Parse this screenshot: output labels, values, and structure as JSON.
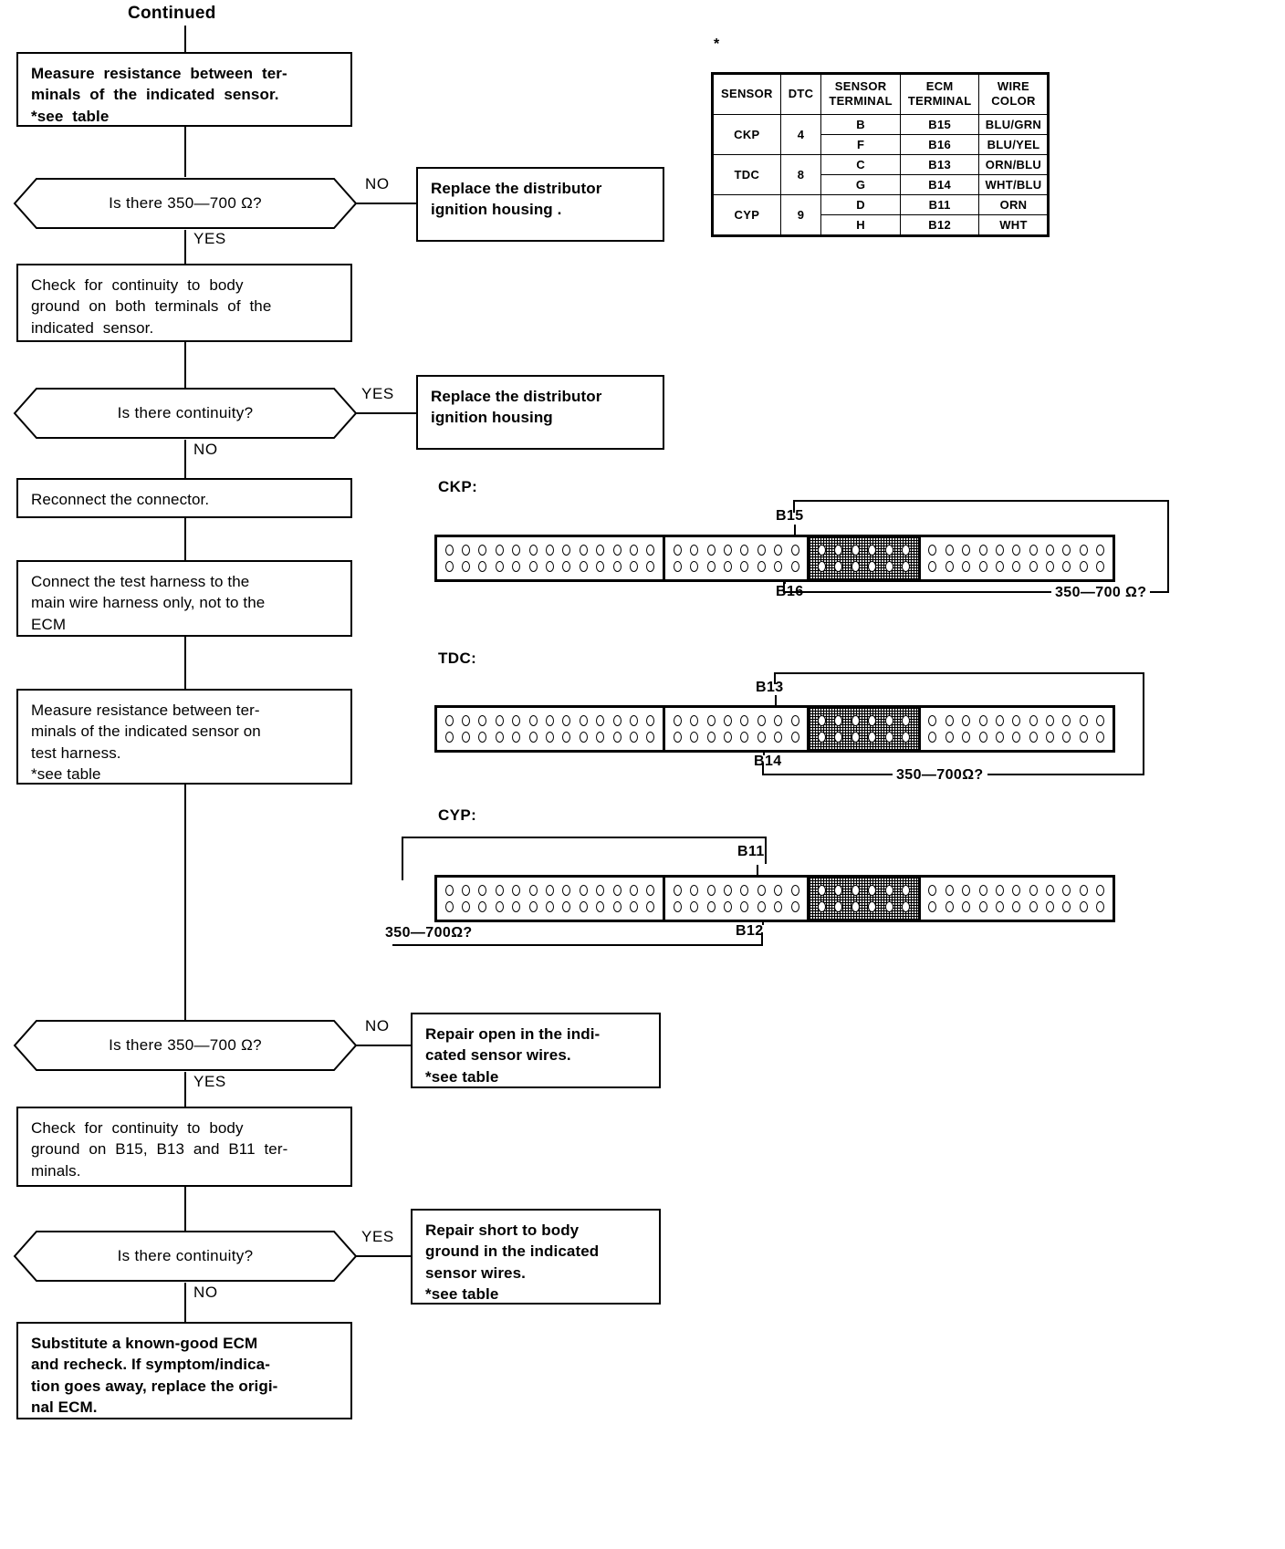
{
  "document": {
    "type": "troubleshooting-flowchart",
    "continued_label": "Continued"
  },
  "flow": {
    "steps": [
      {
        "id": "measure-resistance-1",
        "kind": "process",
        "text": "Measure resistance between ter-\nminals of the indicated sensor.\n*see table"
      },
      {
        "id": "q-350-700-1",
        "kind": "decision",
        "text": "Is there 350—700 Ω?",
        "no_label": "NO",
        "yes_label": "YES"
      },
      {
        "id": "replace-distributor-1",
        "kind": "process",
        "text": "Replace the distributor\nignition  housing ."
      },
      {
        "id": "check-continuity-1",
        "kind": "process",
        "text": "Check  for  continuity  to  body\nground on both terminals of the\nindicated sensor."
      },
      {
        "id": "q-continuity-1",
        "kind": "decision",
        "text": "Is there continuity?",
        "yes_label": "YES",
        "no_label": "NO"
      },
      {
        "id": "replace-distributor-2",
        "kind": "process",
        "text": "Replace the distributor\nignition  housing"
      },
      {
        "id": "reconnect-connector",
        "kind": "process",
        "text": "Reconnect the connector."
      },
      {
        "id": "connect-test-harness",
        "kind": "process",
        "text": "Connect the test harness to the\nmain wire harness only, not to the\nECM"
      },
      {
        "id": "measure-resistance-2",
        "kind": "process",
        "text": "Measure resistance between ter-\nminals of the indicated sensor on\ntest harness.\n*see table"
      },
      {
        "id": "q-350-700-2",
        "kind": "decision",
        "text": "Is there 350—700 Ω?",
        "no_label": "NO",
        "yes_label": "YES"
      },
      {
        "id": "repair-open",
        "kind": "process",
        "text": "Repair open in the indi-\ncated sensor wires.\n*see table"
      },
      {
        "id": "check-continuity-2",
        "kind": "process",
        "text": "Check  for  continuity  to  body\nground on B15, B13 and B11 ter-\nminals."
      },
      {
        "id": "q-continuity-2",
        "kind": "decision",
        "text": "Is there continuity?",
        "yes_label": "YES",
        "no_label": "NO"
      },
      {
        "id": "repair-short",
        "kind": "process",
        "text": "Repair short to body\nground in the indicated\nsensor wires.\n*see table"
      },
      {
        "id": "substitute-ecm",
        "kind": "process",
        "text": "Substitute a  known-good  ECM\nand recheck. If symptom/indica-\ntion goes away, replace the origi-\nnal ECM."
      }
    ]
  },
  "reference_table": {
    "asterisk": "*",
    "headers": [
      "SENSOR",
      "DTC",
      "SENSOR\nTERMINAL",
      "ECM\nTERMINAL",
      "WIRE\nCOLOR"
    ],
    "header_lines": [
      [
        "SENSOR"
      ],
      [
        "DTC"
      ],
      [
        "SENSOR",
        "TERMINAL"
      ],
      [
        "ECM",
        "TERMINAL"
      ],
      [
        "WIRE",
        "COLOR"
      ]
    ],
    "groups": [
      {
        "sensor": "CKP",
        "dtc": "4",
        "rows": [
          {
            "sensor_terminal": "B",
            "ecm_terminal": "B15",
            "wire_color": "BLU/GRN"
          },
          {
            "sensor_terminal": "F",
            "ecm_terminal": "B16",
            "wire_color": "BLU/YEL"
          }
        ]
      },
      {
        "sensor": "TDC",
        "dtc": "8",
        "rows": [
          {
            "sensor_terminal": "C",
            "ecm_terminal": "B13",
            "wire_color": "ORN/BLU"
          },
          {
            "sensor_terminal": "G",
            "ecm_terminal": "B14",
            "wire_color": "WHT/BLU"
          }
        ]
      },
      {
        "sensor": "CYP",
        "dtc": "9",
        "rows": [
          {
            "sensor_terminal": "D",
            "ecm_terminal": "B11",
            "wire_color": "ORN"
          },
          {
            "sensor_terminal": "H",
            "ecm_terminal": "B12",
            "wire_color": "WHT"
          }
        ]
      }
    ]
  },
  "connectors": [
    {
      "id": "ckp",
      "title": "CKP:",
      "top_pin_label": "B15",
      "bottom_pin_label": "B16",
      "measurement": "350—700 Ω?",
      "measurement_side": "right",
      "segments": [
        {
          "pins": 13,
          "shaded": false
        },
        {
          "pins": 8,
          "shaded": false
        },
        {
          "pins": 6,
          "shaded": true
        },
        {
          "pins": 11,
          "shaded": false
        }
      ]
    },
    {
      "id": "tdc",
      "title": "TDC:",
      "top_pin_label": "B13",
      "bottom_pin_label": "B14",
      "measurement": "350—700Ω?",
      "measurement_side": "right",
      "segments": [
        {
          "pins": 13,
          "shaded": false
        },
        {
          "pins": 8,
          "shaded": false
        },
        {
          "pins": 6,
          "shaded": true
        },
        {
          "pins": 11,
          "shaded": false
        }
      ]
    },
    {
      "id": "cyp",
      "title": "CYP:",
      "top_pin_label": "B11",
      "bottom_pin_label": "B12",
      "measurement": "350—700Ω?",
      "measurement_side": "left",
      "segments": [
        {
          "pins": 13,
          "shaded": false
        },
        {
          "pins": 8,
          "shaded": false
        },
        {
          "pins": 6,
          "shaded": true
        },
        {
          "pins": 11,
          "shaded": false
        }
      ]
    }
  ]
}
